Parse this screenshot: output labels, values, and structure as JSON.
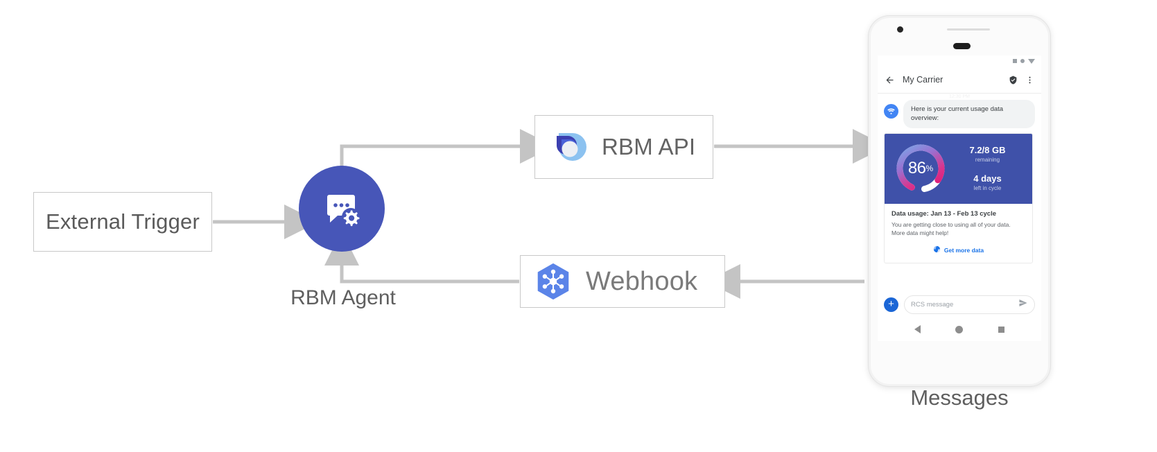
{
  "diagram": {
    "external_trigger": {
      "label": "External Trigger"
    },
    "rbm_agent": {
      "label": "RBM Agent",
      "icon": "chat-gear-icon"
    },
    "rbm_api": {
      "label": "RBM API",
      "icon": "rbm-droplet-icon"
    },
    "webhook": {
      "label": "Webhook",
      "icon": "hexagon-nodes-icon"
    },
    "arrow_color": "#c4c4c4"
  },
  "phone": {
    "caption": "Messages",
    "status_bar": {
      "icons": [
        "signal-square-icon",
        "signal-dot-icon",
        "battery-triangle-icon"
      ]
    },
    "app_bar": {
      "back_icon": "back-arrow-icon",
      "title": "My Carrier",
      "verified_icon": "verified-shield-icon",
      "overflow_icon": "more-vertical-icon",
      "timestamp": "12:30 PM"
    },
    "message": {
      "avatar_icon": "wifi-avatar-icon",
      "text": "Here is your current usage data overview:"
    },
    "rich_card": {
      "gauge": {
        "percent": "86",
        "percent_symbol": "%",
        "value": 86,
        "track_color": "#ffffff",
        "gradient": [
          "#7aa7e8",
          "#9b6fd0",
          "#d8368f",
          "#e01f7a"
        ]
      },
      "hero_bg": "#3f51a9",
      "stat_data": {
        "value": "7.2/8 GB",
        "caption": "remaining"
      },
      "stat_days": {
        "value": "4 days",
        "caption": "left in cycle"
      },
      "title": "Data usage: Jan 13 - Feb 13 cycle",
      "description": "You are getting close to using all of your data. More data might help!",
      "action": {
        "icon": "globe-icon",
        "label": "Get more data",
        "color": "#1a73e8"
      }
    },
    "compose": {
      "plus_icon": "plus-icon",
      "placeholder": "RCS message",
      "value": "",
      "send_icon": "send-icon"
    },
    "nav_bar": {
      "back": "nav-back-icon",
      "home": "nav-home-icon",
      "recents": "nav-recents-icon"
    }
  }
}
